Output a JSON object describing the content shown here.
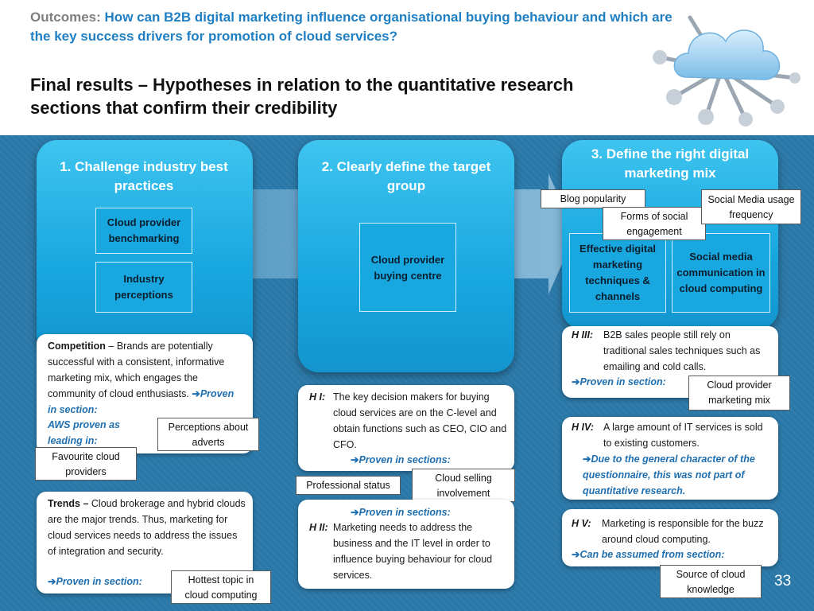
{
  "header": {
    "outcomes_prefix": "Outcomes:",
    "outcomes_text": "How can B2B digital marketing influence organisational buying behaviour and which are the key success drivers for promotion of cloud services?",
    "final_results": "Final results – Hypotheses in relation to the quantitative research sections that confirm their credibility"
  },
  "pillars": [
    {
      "title": "1. Challenge industry best practices",
      "boxes": [
        "Cloud provider benchmarking",
        "Industry perceptions"
      ]
    },
    {
      "title": "2. Clearly define the target group",
      "boxes": [
        "Cloud provider buying centre"
      ]
    },
    {
      "title": "3. Define the right digital marketing mix",
      "boxes": [
        "Effective digital marketing techniques & channels",
        "Social media communication in cloud computing"
      ]
    }
  ],
  "cards": {
    "competition": {
      "label": "Competition",
      "text": "– Brands are potentially successful with a consistent, informative marketing mix, which engages the community of cloud enthusiasts.",
      "proven": "Proven in section:",
      "aws": "AWS proven as leading in:"
    },
    "trends": {
      "label": "Trends –",
      "text": "Cloud brokerage and hybrid clouds are the major trends. Thus, marketing for cloud services needs to address the issues of integration and security.",
      "proven": "Proven in section:"
    },
    "h1": {
      "label": "H I:",
      "text": "The key decision makers for buying cloud services are on the C-level and obtain functions such as CEO, CIO and CFO.",
      "proven": "Proven in sections:"
    },
    "h2": {
      "label": "H II:",
      "text": "Marketing needs to address the business and the IT level in order to influence buying behaviour for cloud services.",
      "proven": "Proven in sections:"
    },
    "h3": {
      "label": "H III:",
      "text": "B2B sales people still rely on traditional sales techniques such as emailing and cold calls.",
      "proven": "Proven in section:"
    },
    "h4": {
      "label": "H IV:",
      "text": "A large amount of IT services is sold to existing customers.",
      "proven": "Due to the general character of the questionnaire, this was not part of quantitative research."
    },
    "h5": {
      "label": "H V:",
      "text": "Marketing is responsible for the buzz around cloud computing.",
      "proven": "Can be assumed from section:"
    }
  },
  "tags": {
    "perceptions_adverts": "Perceptions about adverts",
    "favourite_cloud": "Favourite cloud providers",
    "hottest_topic": "Hottest topic in cloud computing",
    "professional_status": "Professional status",
    "cloud_selling": "Cloud selling involvement",
    "blog_popularity": "Blog popularity",
    "forms_social": "Forms of social engagement",
    "social_usage": "Social Media usage frequency",
    "cloud_provider_mix": "Cloud provider marketing mix",
    "source_knowledge": "Source of cloud knowledge"
  },
  "arrow_glyph": "➔",
  "page_number": "33",
  "colors": {
    "accent_blue": "#1f7fc3",
    "pillar_cyan": "#1aa8e0",
    "panel_bg": "#2a78a8"
  }
}
